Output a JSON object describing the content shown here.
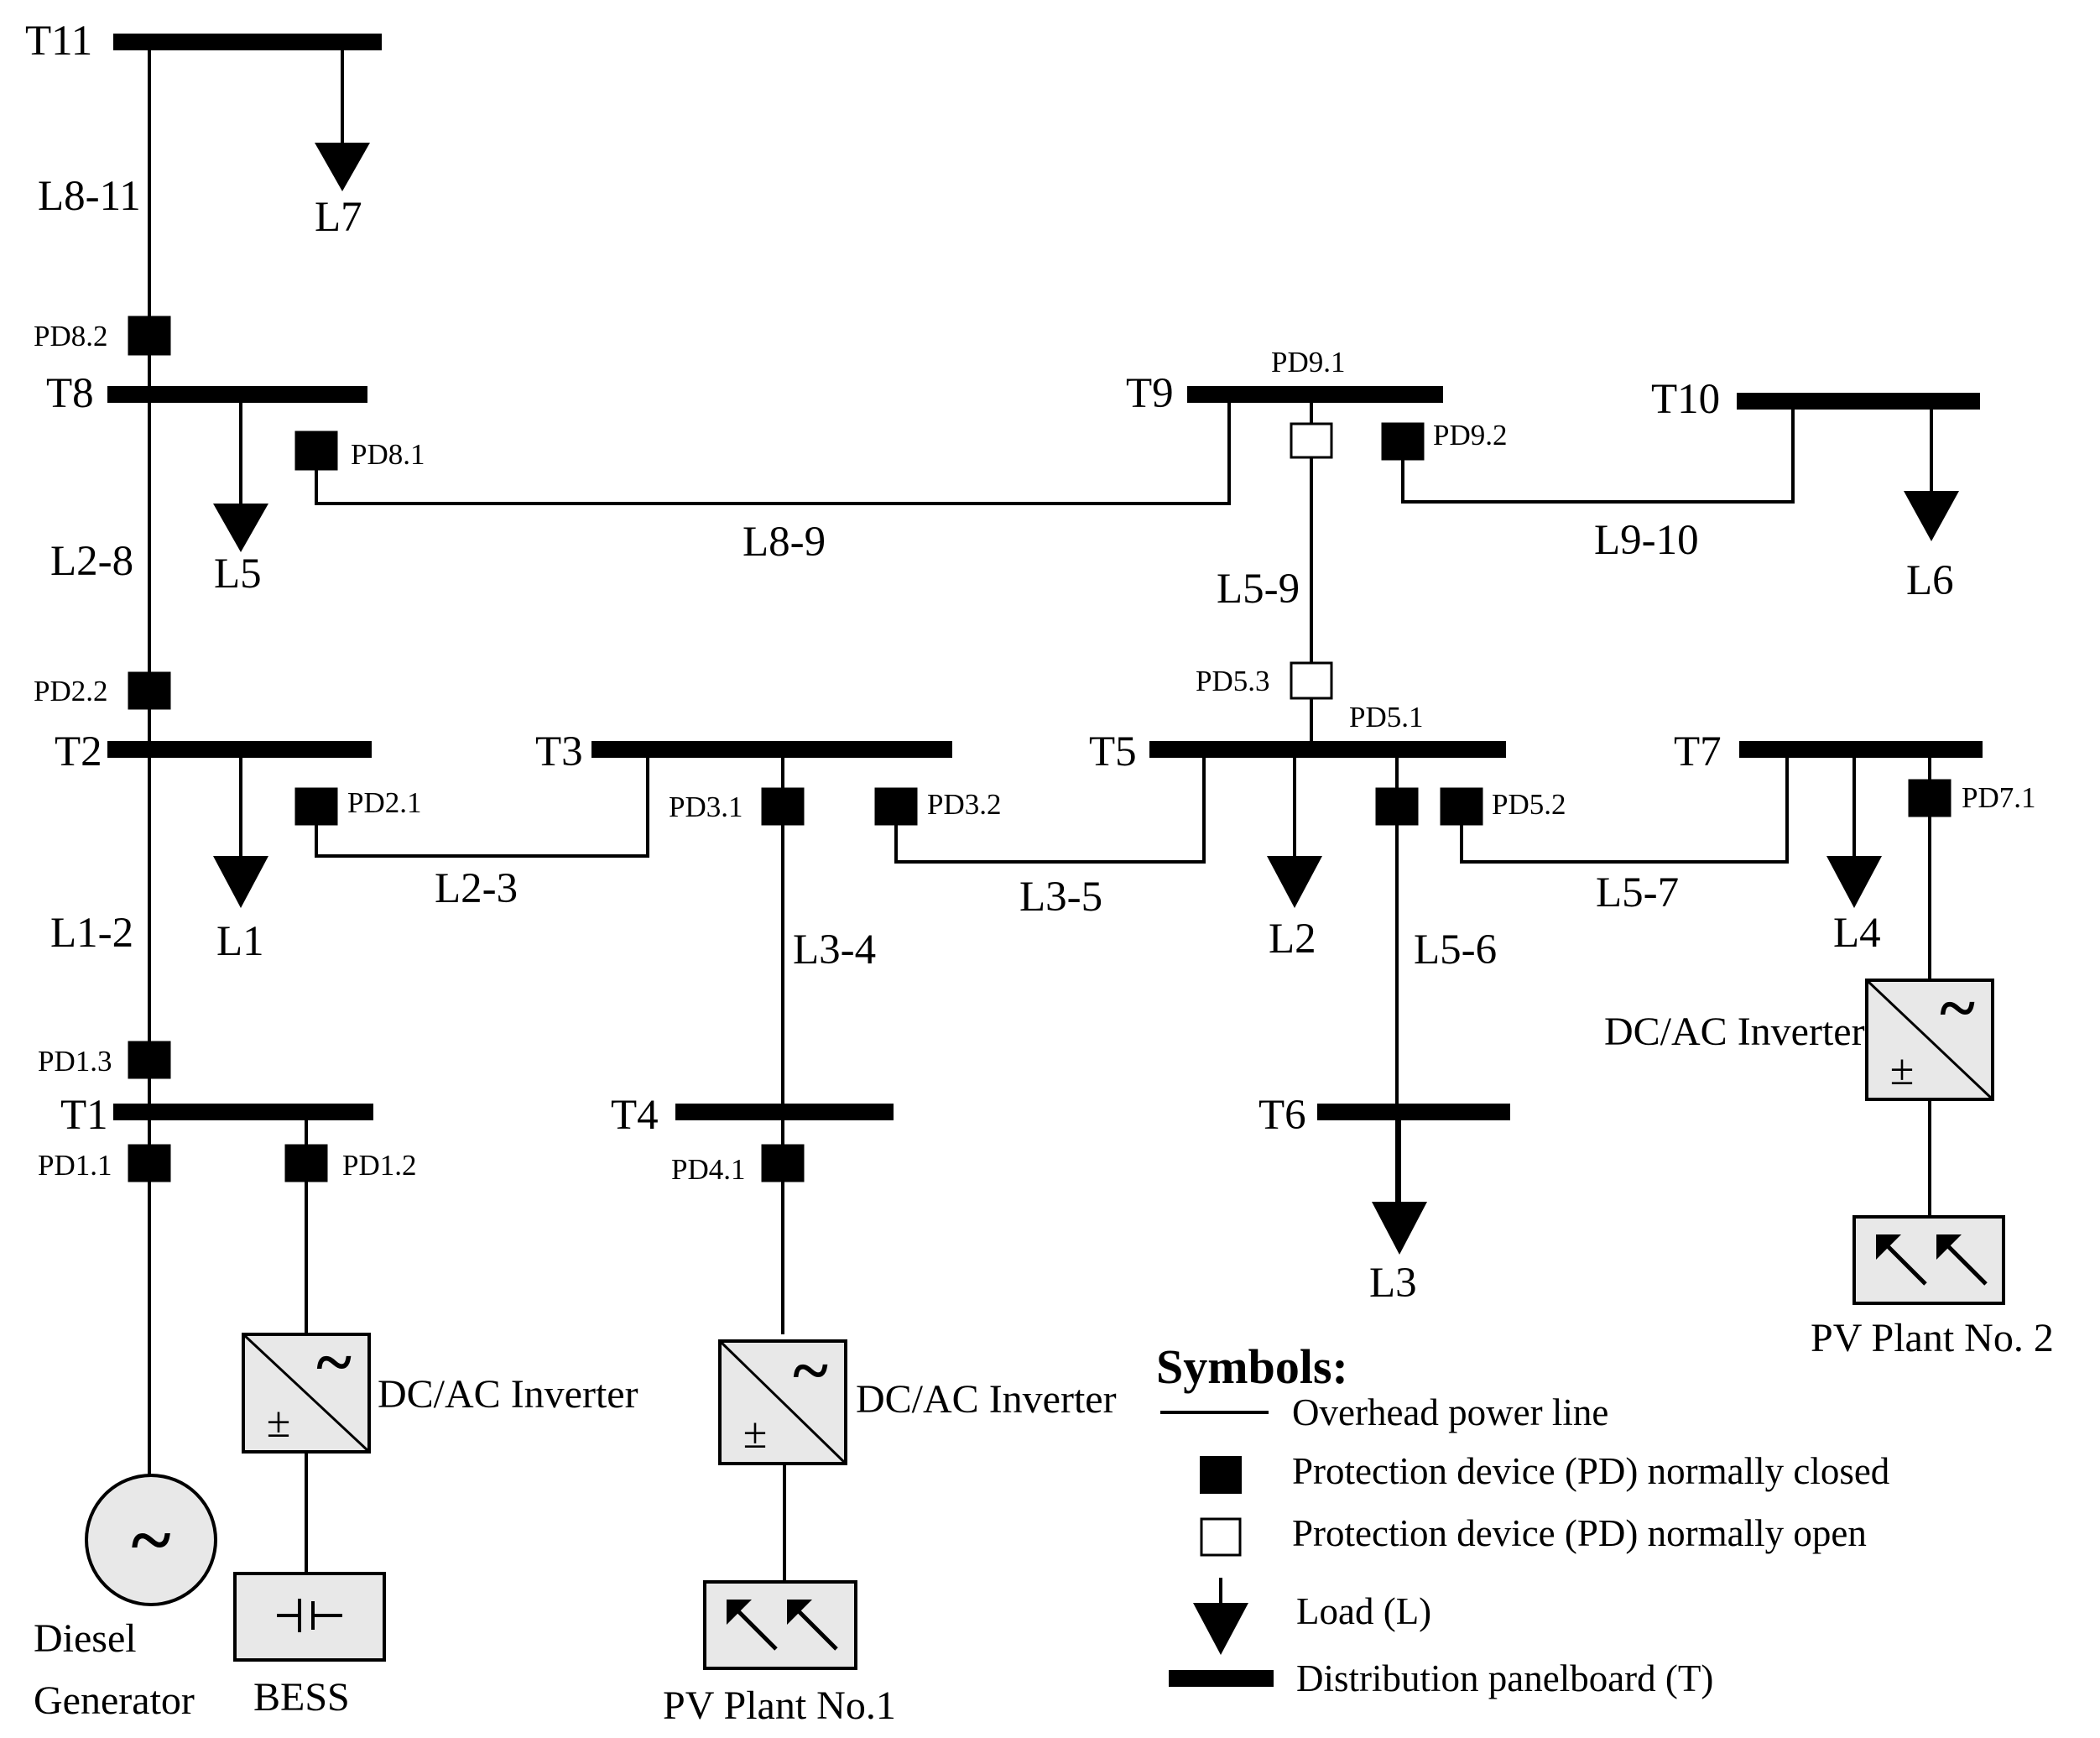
{
  "panelboards": [
    "T1",
    "T2",
    "T3",
    "T4",
    "T5",
    "T6",
    "T7",
    "T8",
    "T9",
    "T10",
    "T11"
  ],
  "lines": [
    "L1-2",
    "L2-3",
    "L2-8",
    "L3-4",
    "L3-5",
    "L5-6",
    "L5-7",
    "L5-9",
    "L8-9",
    "L8-11",
    "L9-10"
  ],
  "loads": [
    "L1",
    "L2",
    "L3",
    "L4",
    "L5",
    "L6",
    "L7"
  ],
  "protection_devices": {
    "PD1_1": "PD1.1",
    "PD1_2": "PD1.2",
    "PD1_3": "PD1.3",
    "PD2_1": "PD2.1",
    "PD2_2": "PD2.2",
    "PD3_1": "PD3.1",
    "PD3_2": "PD3.2",
    "PD4_1": "PD4.1",
    "PD5_1": "PD5.1",
    "PD5_2": "PD5.2",
    "PD5_3": "PD5.3",
    "PD7_1": "PD7.1",
    "PD8_1": "PD8.1",
    "PD8_2": "PD8.2",
    "PD9_1": "PD9.1",
    "PD9_2": "PD9.2"
  },
  "equipment": {
    "inverter": "DC/AC Inverter",
    "diesel_line1": "Diesel",
    "diesel_line2": "Generator",
    "bess": "BESS",
    "pv1": "PV Plant No.1",
    "pv2": "PV Plant No. 2",
    "tilde": "~",
    "plusminus": "±"
  },
  "legend": {
    "title": "Symbols:",
    "overhead_line": "Overhead power line",
    "pd_closed": "Protection device (PD) normally closed",
    "pd_open": "Protection device (PD) normally open",
    "load": "Load (L)",
    "panelboard": "Distribution panelboard (T)"
  }
}
